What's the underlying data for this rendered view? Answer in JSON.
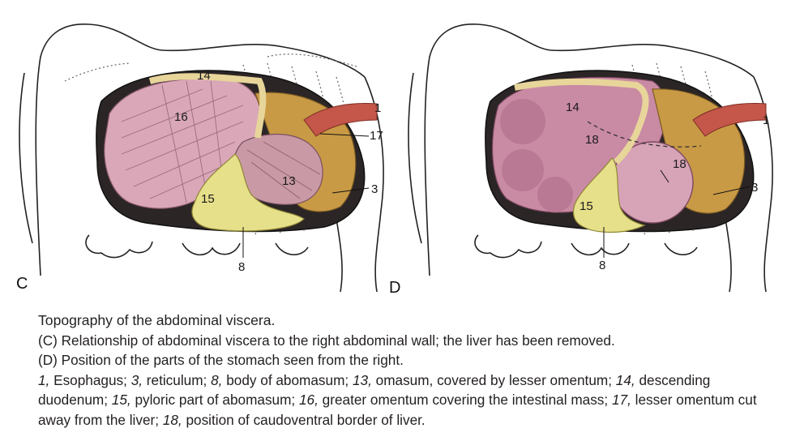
{
  "panels": {
    "c": {
      "letter": "C",
      "labels": {
        "l1": "1",
        "l3": "3",
        "l8": "8",
        "l13": "13",
        "l14": "14",
        "l15": "15",
        "l16": "16",
        "l17": "17"
      }
    },
    "d": {
      "letter": "D",
      "labels": {
        "l1": "1",
        "l3": "3",
        "l8": "8",
        "l14": "14",
        "l15": "15",
        "l18a": "18",
        "l18b": "18"
      }
    }
  },
  "caption": {
    "title": "Topography of the abdominal viscera.",
    "line_c": "(C)  Relationship  of  abdominal viscera to the right abdominal wall; the liver has been removed.",
    "line_d": "(D) Position of the parts of the stomach seen from the right.",
    "legend": [
      {
        "num": "1,",
        "text": " Esophagus; "
      },
      {
        "num": "3,",
        "text": " reticulum;  "
      },
      {
        "num": "8,",
        "text": " body of abomasum; "
      },
      {
        "num": "13,",
        "text": " omasum, covered by lesser omentum; "
      },
      {
        "num": "14,",
        "text": " descending duodenum; "
      },
      {
        "num": "15,",
        "text": " pyloric part of abomasum; "
      },
      {
        "num": "16,",
        "text": " greater omentum covering the intestinal mass; "
      },
      {
        "num": "17,",
        "text": " lesser omentum cut away from the liver; "
      },
      {
        "num": "18,",
        "text": " position of caudoventral border of liver."
      }
    ]
  },
  "colors": {
    "pink": "#d9a7b8",
    "pink_dark": "#b77d93",
    "ochre": "#c99a45",
    "yellow": "#e7e08a",
    "esophagus": "#c4564a",
    "dark": "#2b2526"
  }
}
